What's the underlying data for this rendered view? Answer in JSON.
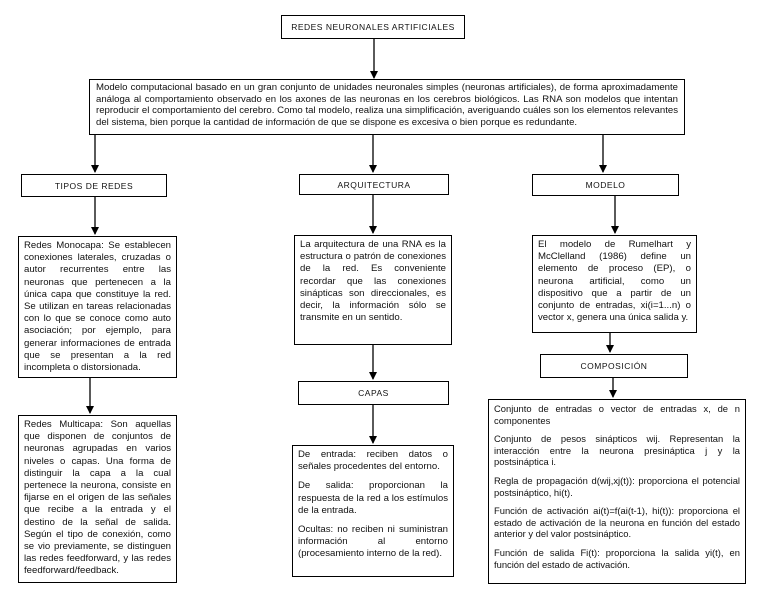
{
  "root_title": "REDES NEURONALES ARTIFICIALES",
  "definition": "Modelo computacional basado en un gran conjunto de unidades neuronales simples (neuronas artificiales), de forma aproximadamente análoga al comportamiento observado en los axones de las neuronas en los cerebros biológicos. Las RNA son modelos que intentan reproducir el comportamiento del cerebro. Como tal modelo, realiza una simplificación, averiguando cuáles son los elementos relevantes del sistema, bien porque la cantidad de información de que se dispone es excesiva o bien porque es redundante.",
  "tipos": {
    "title": "TIPOS DE REDES",
    "monocapa": "Redes Monocapa: Se establecen conexiones laterales, cruzadas o autor recurrentes entre las neuronas que pertenecen a la única capa que constituye la red. Se utilizan en tareas relacionadas con lo que se conoce como auto asociación; por ejemplo, para generar informaciones de entrada que se presentan a la red incompleta o distorsionada.",
    "multicapa": "Redes Multicapa: Son aquellas que disponen de conjuntos de neuronas agrupadas en varios niveles o capas. Una forma de distinguir la capa a la cual pertenece la neurona, consiste en fijarse en el origen de las señales que recibe a la entrada y el destino de la señal de salida. Según el tipo de conexión, como se vio previamente, se distinguen las redes feedforward, y las redes feedforward/feedback."
  },
  "arquitectura": {
    "title": "ARQUITECTURA",
    "text": "La arquitectura de una RNA es la estructura o patrón de conexiones de la red. Es conveniente recordar que las conexiones sinápticas son direccionales, es decir, la información sólo se transmite en un sentido."
  },
  "capas": {
    "title": "CAPAS",
    "entrada": "De entrada: reciben datos o señales procedentes del entorno.",
    "salida": "De salida: proporcionan la respuesta de la red a los estímulos de la entrada.",
    "ocultas": "Ocultas: no reciben ni suministran información al entorno (procesamiento interno de la red)."
  },
  "modelo": {
    "title": "MODELO",
    "text": "El modelo de Rumelhart y McClelland (1986) define un elemento de proceso (EP), o neurona artificial, como un dispositivo que a partir de un conjunto de entradas, xi(i=1...n) o vector x, genera una única salida y."
  },
  "composicion": {
    "title": "COMPOSICIÓN",
    "items": [
      "Conjunto de entradas o vector de entradas x, de n componentes",
      "Conjunto de pesos sinápticos wij. Representan la interacción entre la neurona presináptica j y la postsináptica i.",
      "Regla de propagación d(wij,xj(t)): proporciona el potencial postsináptico, hi(t).",
      "Función de activación ai(t)=f(ai(t-1), hi(t)): proporciona el estado de activación de la neurona en función del estado anterior y del valor postsináptico.",
      "Función de salida Fi(t): proporciona la salida yi(t), en función del estado de activación."
    ]
  }
}
